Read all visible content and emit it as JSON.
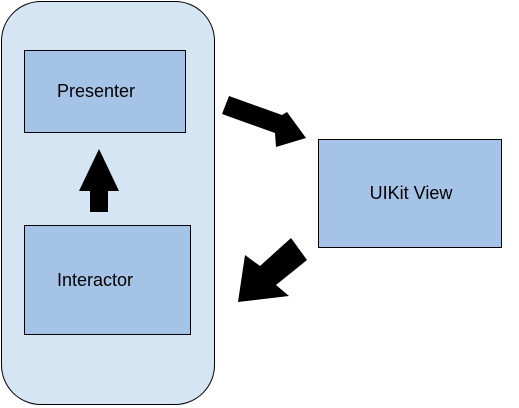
{
  "colors": {
    "container_fill": "#d5e5f3",
    "box_fill": "#a4c3e6",
    "arrow": "#000000"
  },
  "container": {
    "presenter_label": "Presenter",
    "interactor_label": "Interactor"
  },
  "view": {
    "label": "UIKit View"
  },
  "arrows": [
    {
      "name": "interactor-to-presenter",
      "direction": "up"
    },
    {
      "name": "presenter-to-view",
      "direction": "down-right"
    },
    {
      "name": "view-to-container",
      "direction": "down-left"
    }
  ]
}
